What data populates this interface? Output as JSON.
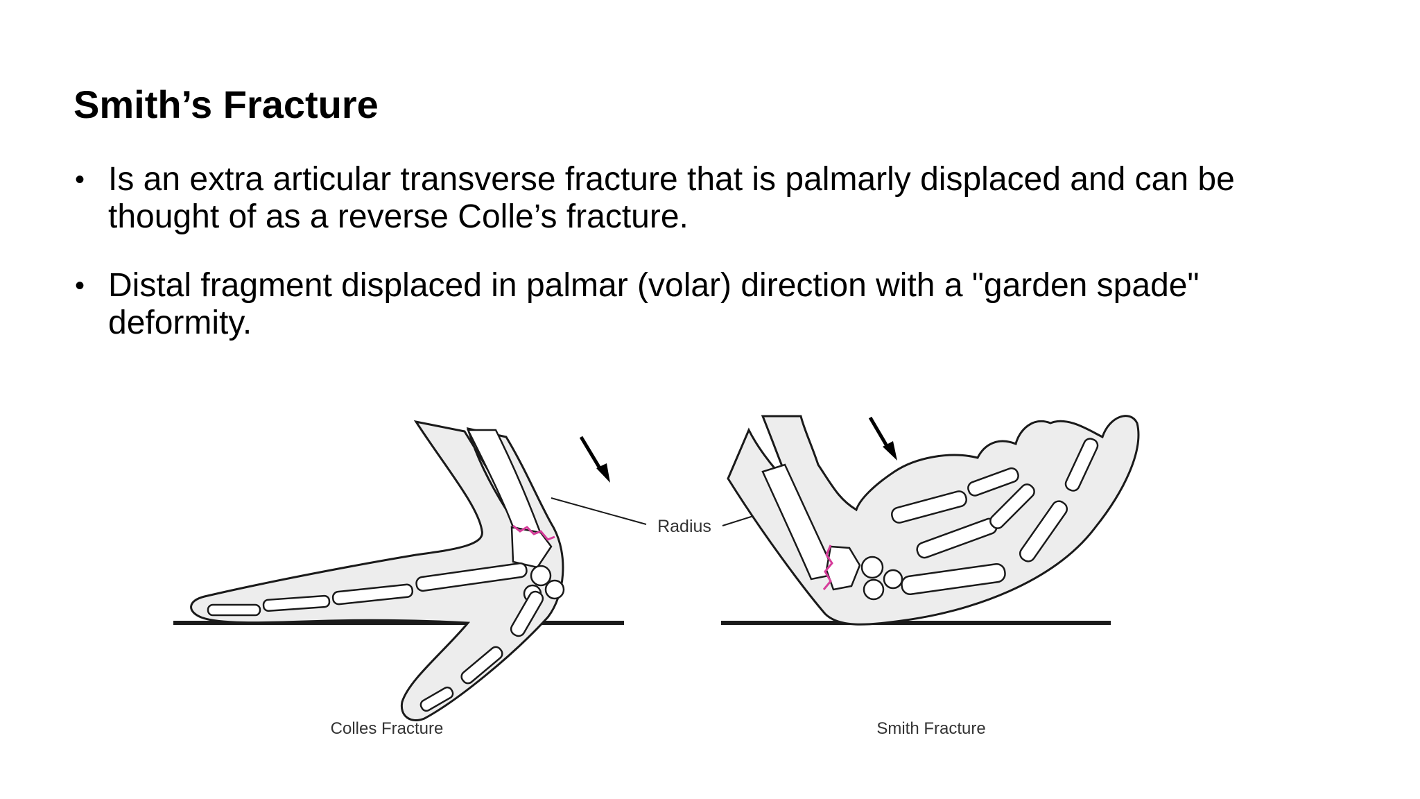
{
  "slide": {
    "title": "Smith’s Fracture",
    "bullets": [
      "Is an extra articular transverse fracture that is palmarly displaced and can be thought of as a reverse Colle’s fracture.",
      "Distal fragment displaced in palmar (volar) direction with a \"garden spade\" deformity."
    ],
    "bullet_glyph": "•"
  },
  "figure": {
    "label_radius": "Radius",
    "caption_left": "Colles Fracture",
    "caption_right": "Smith Fracture",
    "colors": {
      "outline": "#1a1a1a",
      "fill": "#ededed",
      "bone": "#ffffff",
      "fracture": "#d63c9a"
    }
  }
}
